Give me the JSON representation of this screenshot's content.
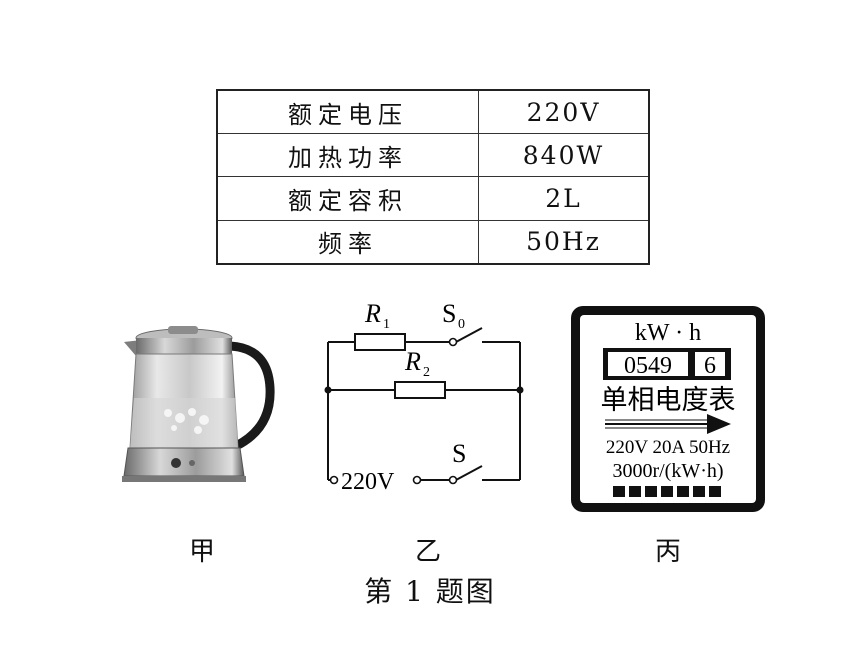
{
  "spec_table": {
    "rows": [
      {
        "key": "额定电压",
        "value": "220V"
      },
      {
        "key": "加热功率",
        "value": "840W"
      },
      {
        "key": "额定容积",
        "value": "2L"
      },
      {
        "key": "频率",
        "value": "50Hz"
      }
    ]
  },
  "circuit": {
    "r1_letter": "R",
    "r1_sub": "1",
    "r2_letter": "R",
    "r2_sub": "2",
    "s0_letter": "S",
    "s0_sub": "0",
    "s_label": "S",
    "source_label": "220V"
  },
  "meter": {
    "unit": "kW · h",
    "reading_main": "0549",
    "reading_decimal": "6",
    "name": "单相电度表",
    "rating": "220V 20A 50Hz",
    "constant": "3000r/(kW·h)"
  },
  "captions": {
    "jia": "甲",
    "yi": "乙",
    "bing": "丙",
    "figure_title": "第 1 题图"
  }
}
